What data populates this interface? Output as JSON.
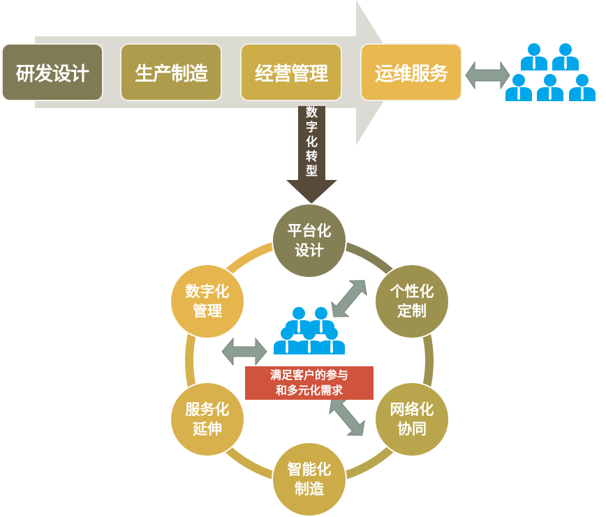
{
  "value_chain": [
    {
      "label": "研发设计",
      "color": "#7f7b55"
    },
    {
      "label": "生产制造",
      "color": "#ae9c4c"
    },
    {
      "label": "经营管理",
      "color": "#cdad48"
    },
    {
      "label": "运维服务",
      "color": "#e9b84e"
    }
  ],
  "transform_label": [
    "数",
    "字",
    "化",
    "转",
    "型"
  ],
  "center_label": [
    "满足客户的参与",
    "和多元化需求"
  ],
  "nodes": [
    {
      "line1": "平台化",
      "line2": "设计",
      "color": "#857f55"
    },
    {
      "line1": "个性化",
      "line2": "定制",
      "color": "#9d9150"
    },
    {
      "line1": "网络化",
      "line2": "协同",
      "color": "#b9a54c"
    },
    {
      "line1": "智能化",
      "line2": "制造",
      "color": "#cbac49"
    },
    {
      "line1": "服务化",
      "line2": "延伸",
      "color": "#d8b14c"
    },
    {
      "line1": "数字化",
      "line2": "管理",
      "color": "#e6b64e"
    }
  ],
  "colors": {
    "big_arrow": "#dcdbd3",
    "down_arrow": "#574a3a",
    "double_arrow": "#8c9e92",
    "people": "#00a6ea",
    "red": "#d0533e"
  }
}
